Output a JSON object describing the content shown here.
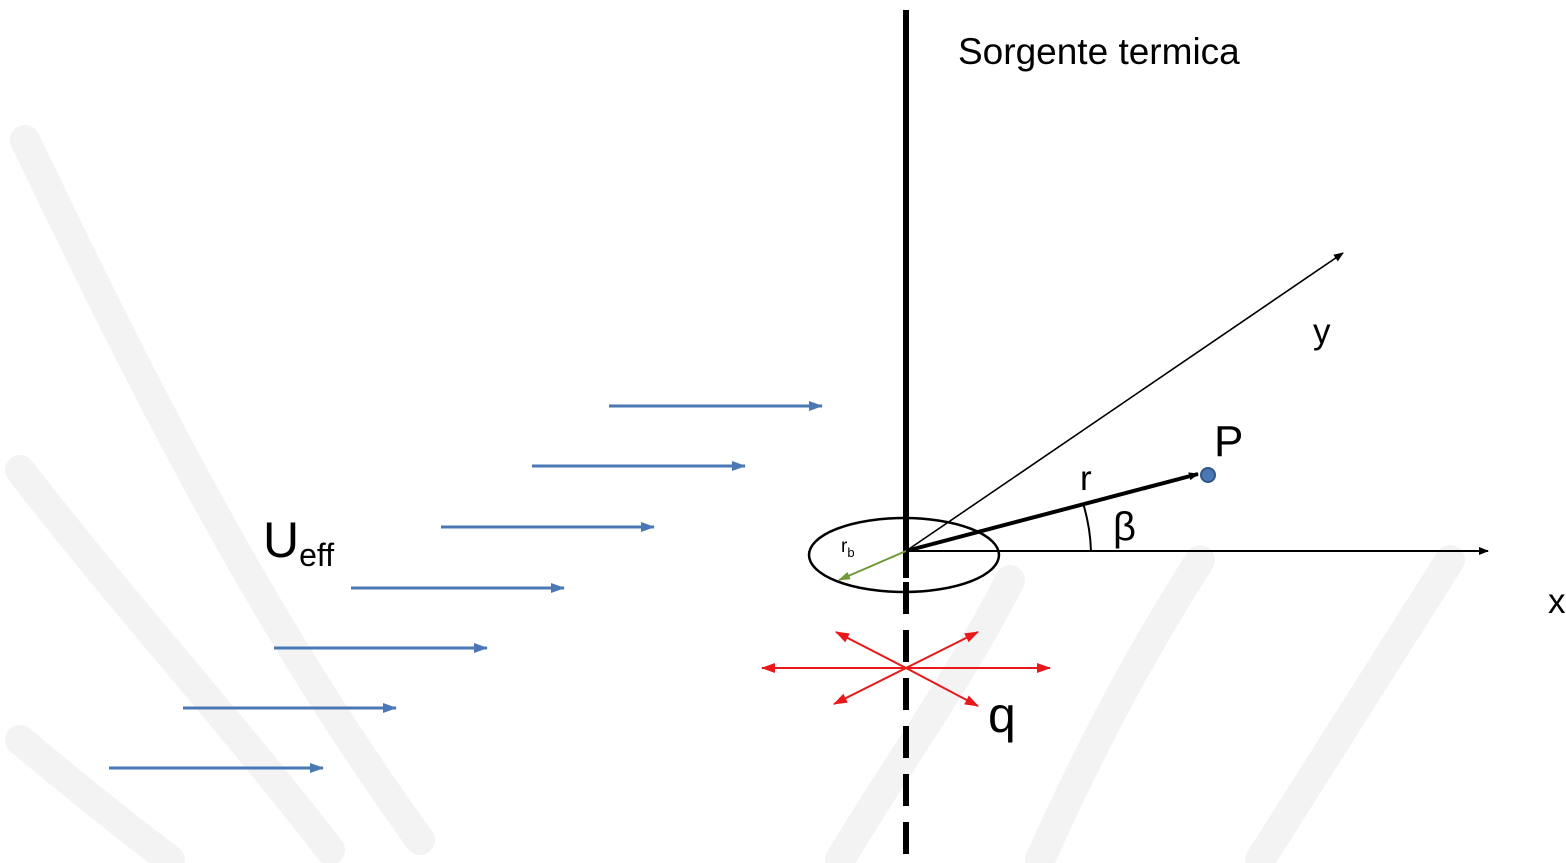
{
  "labels": {
    "source": "Sorgente termica",
    "y_axis": "y",
    "x_axis": "x",
    "point": "P",
    "radius": "r",
    "angle": "β",
    "velocity_main": "U",
    "velocity_sub": "eff",
    "borehole_radius_main": "r",
    "borehole_radius_sub": "b",
    "heat": "q"
  },
  "colors": {
    "flow_arrow": "#4a78b5",
    "heat_arrow": "#e8181b",
    "radius_arrow": "#6e9a3a",
    "point_fill": "#4a78b5",
    "axis": "#000000"
  }
}
